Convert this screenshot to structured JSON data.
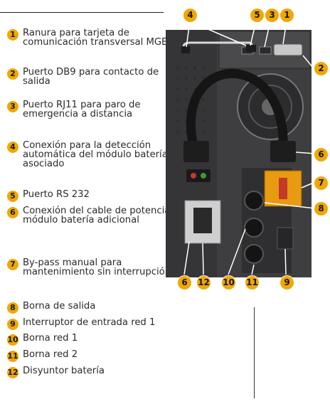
{
  "legend": [
    {
      "num": "1",
      "text": "Ranura para tarjeta de comunicación transversal MGE"
    },
    {
      "num": "2",
      "text": "Puerto DB9 para contacto de salida"
    },
    {
      "num": "3",
      "text": "Puerto RJ11 para paro de emergencia a distancia"
    },
    {
      "num": "4",
      "text": "Conexión para la detección automática del módulo batería asociado"
    },
    {
      "num": "5",
      "text": "Puerto RS 232"
    },
    {
      "num": "6",
      "text": "Conexión del cable de potencia del módulo batería adicional"
    },
    {
      "num": "7",
      "text": "By-pass manual para mantenimiento sin interrupción"
    },
    {
      "num": "8",
      "text": "Borna de salida"
    },
    {
      "num": "9",
      "text": "Interruptor de entrada red 1"
    },
    {
      "num": "10",
      "text": "Borna red 1"
    },
    {
      "num": "11",
      "text": "Borna red 2"
    },
    {
      "num": "12",
      "text": "Disyuntor batería"
    }
  ],
  "callouts": {
    "c4": "4",
    "c5": "5",
    "c3": "3",
    "c1": "1",
    "c2": "2",
    "c6": "6",
    "c7": "7",
    "c8": "8",
    "c6b": "6",
    "c12": "12",
    "c10": "10",
    "c11": "11",
    "c9": "9"
  },
  "colors": {
    "badge": "#f0a800",
    "panel": "#3e3e40",
    "switch": "#e89a10"
  }
}
